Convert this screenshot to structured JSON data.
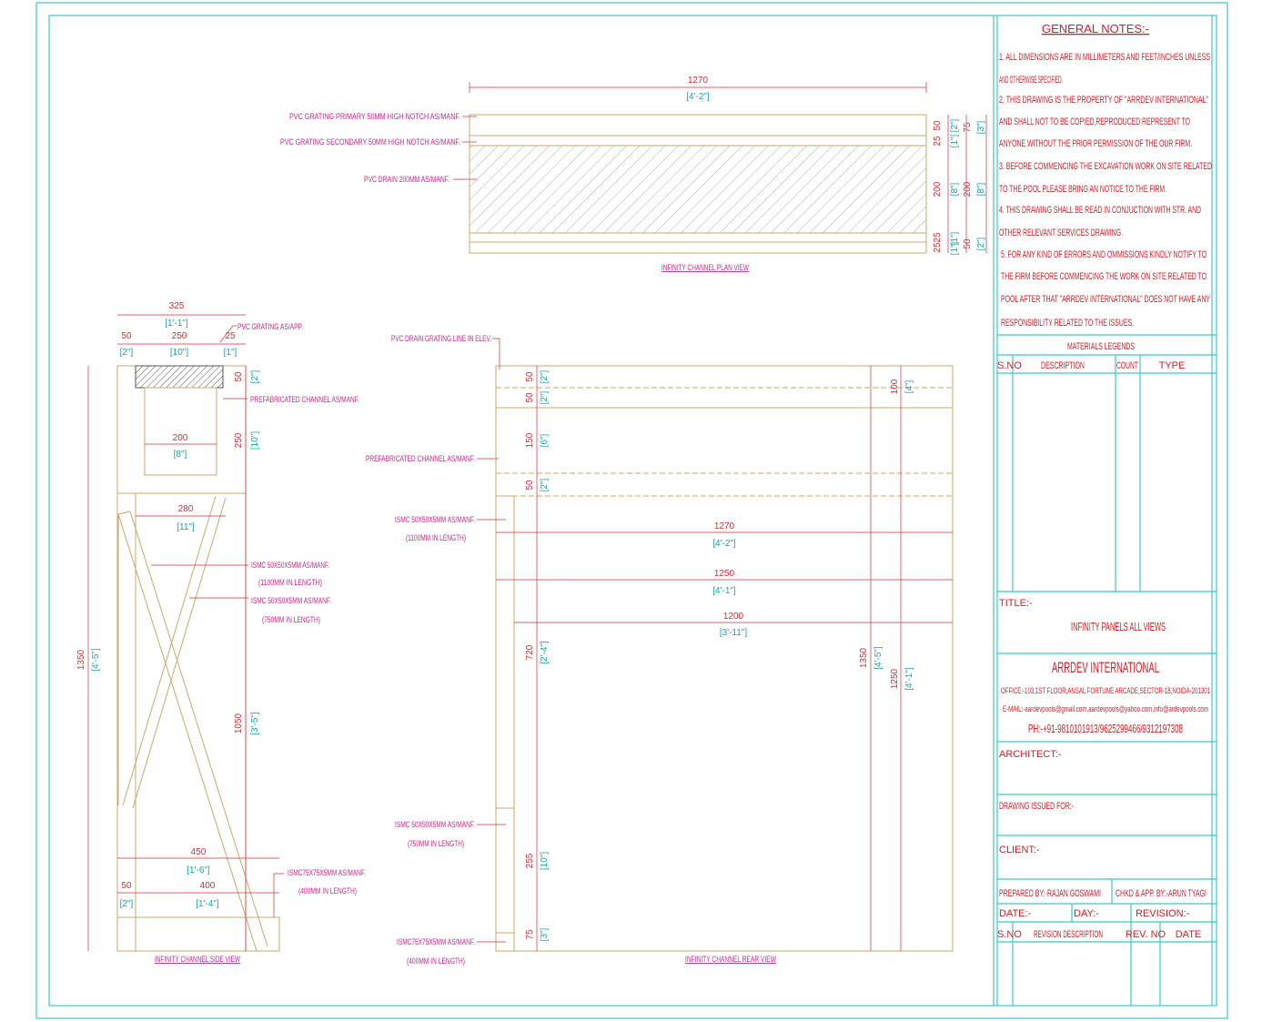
{
  "general_notes": {
    "title": "GENERAL NOTES:-",
    "lines": [
      "1. ALL DIMENSIONS ARE IN MILLIMETERS AND FEET/INCHES UNLESS",
      "AND OTHERWISE SPECIFIED.",
      "2. THIS DRAWING IS THE PROPERTY OF \"ARRDEV INTERNATIONAL\"",
      "AND SHALL NOT TO BE COPIED,REPRODUCED REPRESENT TO",
      "ANYONE WITHOUT THE PRIOR PERMISSION OF THE OUR FIRM.",
      "3. BEFORE COMMENCING THE EXCAVATION WORK ON SITE RELATED",
      "TO THE POOL PLEASE BRING AN NOTICE TO THE FIRM.",
      "4. THIS DRAWING SHALL BE READ IN CONJUCTION WITH STR. AND",
      "OTHER RELEVANT SERVICES DRAWING.",
      "5. FOR ANY KIND OF ERRORS AND OMMISSIONS KINDLY NOTIFY TO",
      "THE FIRM BEFORE COMMENCING THE WORK ON SITE RELATED TO",
      "POOL AFTER THAT \"ARRDEV INTERNATIONAL\" DOES NOT HAVE ANY",
      "RESPONSIBILITY RELATED TO THE ISSUES."
    ]
  },
  "materials": {
    "title": "MATERIALS LEGENDS",
    "col_sno": "S.NO",
    "col_desc": "DESCRIPTION",
    "col_count": "COUNT",
    "col_type": "TYPE"
  },
  "title_block": {
    "title_label": "TITLE:-",
    "title": "INFINITY PANELS ALL VIEWS",
    "company": "ARRDEV INTERNATIONAL",
    "office": "OFFICE:-103,1ST FLOOR,ANSAL FORTUNE ARCADE,SECTOR-18,NOIDA-201301",
    "email": "E-MAIL:-aardevpools@gmail.com,aardevpools@yahoo.com,info@ardevpools.com",
    "phone": "PH:-+91-9810101913/9625299466/9312197308",
    "architect": "ARCHITECT:-",
    "issued_for": "DRAWING ISSUED FOR:-",
    "client": "CLIENT:-",
    "prepared_by": "PREPARED BY:-RAJAN GOSWAMI",
    "checked_by": "CHKD & APP. BY:-ARUN TYAGI",
    "date": "DATE:-",
    "day": "DAY:-",
    "revision": "REVISION:-",
    "rev_sno": "S.NO",
    "rev_desc": "REVISION DESCRIPTION",
    "rev_no": "REV. NO",
    "rev_date": "DATE"
  },
  "plan_view": {
    "caption": "INFINITY CHANNEL PLAN VIEW",
    "width_mm": "1270",
    "width_ft": "[4'-2\"]",
    "label_primary": "PVC GRATING PRIMARY 50MM HIGH NOTCH AS/MANF.",
    "label_secondary": "PVC GRATING SECONDARY 50MM HIGH NOTCH AS/MANF.",
    "label_drain": "PVC DRAIN 200MM AS/MANF.",
    "d_50": "50",
    "d_25a": "25",
    "d_200": "200",
    "d_25b": "25",
    "d_25c": "25",
    "d_50b": "50",
    "f_2": "[2\"]",
    "f_1a": "[1\"]",
    "f_8": "[8\"]",
    "f_1b": "[1\"]",
    "f_1c": "[1\"]",
    "f_2b": "[2\"]",
    "d_75": "75",
    "d_200b": "200",
    "f_3": "[3\"]",
    "f_8b": "[8\"]",
    "f_2c": "[2\"]"
  },
  "side_view": {
    "caption": "INFINITY CHANNEL SIDE VIEW",
    "d_325": "325",
    "f_325": "[1'-1\"]",
    "d_50": "50",
    "f_50": "[2\"]",
    "d_250": "250",
    "f_250": "[10\"]",
    "d_25": "25",
    "f_25": "[1\"]",
    "label_grating": "PVC GRATING AS/APP.",
    "label_channel": "PREFABRICATED CHANNEL AS/MANF.",
    "d_50v": "50",
    "f_50v": "[2\"]",
    "d_250v": "250",
    "f_250v": "[10\"]",
    "d_200": "200",
    "f_200": "[8\"]",
    "d_280": "280",
    "f_280": "[11\"]",
    "label_ismc1": "ISMC 50X50X5MM AS/MANF.",
    "label_ismc1b": "(1100MM IN LENGTH)",
    "label_ismc2": "ISMC 50X50X5MM AS/MANF.",
    "label_ismc2b": "(750MM IN LENGTH)",
    "d_1350": "1350",
    "f_1350": "[4'-5\"]",
    "d_1050": "1050",
    "f_1050": "[3'-5\"]",
    "d_450": "450",
    "f_450": "[1'-6\"]",
    "d_50b": "50",
    "f_50b": "[2\"]",
    "d_400": "400",
    "f_400": "[1'-4\"]",
    "label_ismc75": "ISMC75X75X5MM AS/MANF.",
    "label_ismc75b": "(400MM IN LENGTH)"
  },
  "rear_view": {
    "caption": "INFINITY CHANNEL REAR VIEW",
    "label_pvc": "PVC DRAIN GRATING LINE IN ELEV.",
    "label_channel": "PREFABRICATED CHANNEL AS/MANF.",
    "label_ismc1": "ISMC 50X50X5MM AS/MANF.",
    "label_ismc1b": "(1100MM IN LENGTH)",
    "label_ismc2": "ISMC 50X50X5MM AS/MANF.",
    "label_ismc2b": "(750MM IN LENGTH)",
    "label_ismc75": "ISMC75X75X5MM AS/MANF.",
    "label_ismc75b": "(400MM IN LENGTH)",
    "d_50a": "50",
    "f_50a": "[2\"]",
    "d_50b": "50",
    "f_50b": "[2\"]",
    "d_150": "150",
    "f_150": "[6\"]",
    "d_50c": "50",
    "f_50c": "[2\"]",
    "d_100": "100",
    "f_100": "[4\"]",
    "d_1270": "1270",
    "f_1270": "[4'-2\"]",
    "d_1250": "1250",
    "f_1250": "[4'-1\"]",
    "d_1200": "1200",
    "f_1200": "[3'-11\"]",
    "d_720": "720",
    "f_720": "[2'-4\"]",
    "d_1350": "1350",
    "f_1350": "[4'-5\"]",
    "d_1250v": "1250",
    "f_1250v": "[4'-1\"]",
    "d_255": "255",
    "f_255": "[10\"]",
    "d_75": "75",
    "f_75": "[3\"]"
  }
}
